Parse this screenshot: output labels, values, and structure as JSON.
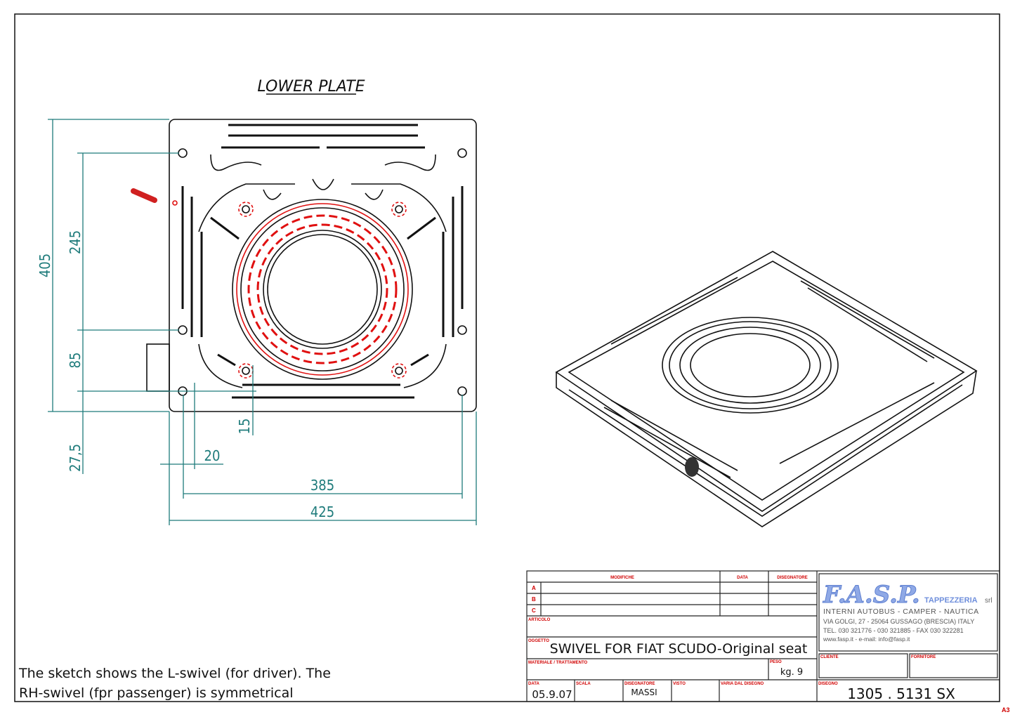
{
  "drawing": {
    "view_title": "LOWER PLATE",
    "dimensions": {
      "d405": "405",
      "d245": "245",
      "d85": "85",
      "d27_5": "27,5",
      "d15": "15",
      "d20": "20",
      "d385": "385",
      "d425": "425"
    },
    "note_line1": "The sketch shows the L-swivel (for driver). The",
    "note_line2": "RH-swivel (fpr passenger) is symmetrical"
  },
  "title_block": {
    "labels": {
      "modifiche": "MODIFICHE",
      "data_rev": "DATA",
      "disegnatore_rev": "DISEGNATORE",
      "rev_a": "A",
      "rev_b": "B",
      "rev_c": "C",
      "articolo": "ARTICOLO",
      "oggetto": "OGGETTO",
      "materiale": "MATERIALE / TRATTAMENTO",
      "peso": "PESO",
      "data": "DATA",
      "scala": "SCALA",
      "disegnatore": "DISEGNATORE",
      "visto": "VISTO",
      "varia": "VARIA DAL DISEGNO",
      "cliente": "CLIENTE",
      "fornitore": "FORNITORE",
      "disegno": "DISEGNO"
    },
    "oggetto": "SWIVEL FOR FIAT SCUDO-Original seat",
    "peso": "kg. 9",
    "data": "05.9.07",
    "disegnatore": "MASSI",
    "disegno": "1305 . 5131  SX",
    "sheet_size": "A3"
  },
  "company": {
    "logo": "F.A.S.P.",
    "tagline": "TAPPEZZERIA",
    "suffix": "srl",
    "sectors": "INTERNI AUTOBUS - CAMPER - NAUTICA",
    "address": "VIA GOLGI, 27 - 25064 GUSSAGO (BRESCIA) ITALY",
    "phone": "TEL. 030 321776 - 030 321885 - FAX 030 322281",
    "web": "www.fasp.it - e-mail: info@fasp.it"
  },
  "colors": {
    "dimension": "#1e7b7b",
    "label": "#d00000",
    "logo": "#8fa9e6"
  }
}
